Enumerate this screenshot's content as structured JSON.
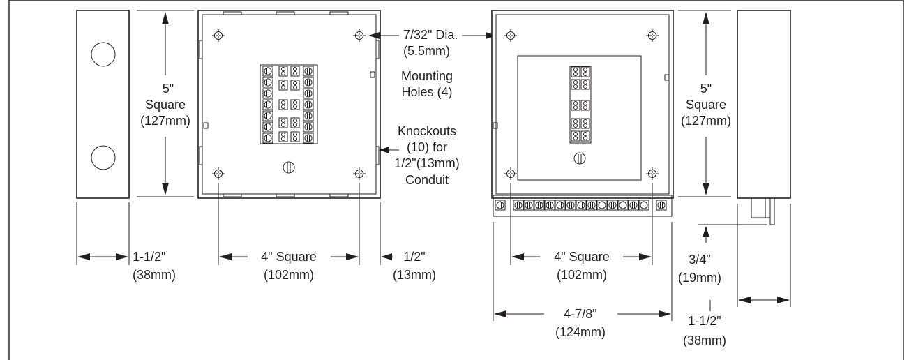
{
  "labels": {
    "height_left": "5\"",
    "height_left_2": "Square",
    "height_left_mm": "(127mm)",
    "mount_dia": "7/32\" Dia.",
    "mount_dia_mm": "(5.5mm)",
    "mount_holes_1": "Mounting",
    "mount_holes_2": "Holes (4)",
    "knockouts_1": "Knockouts",
    "knockouts_2": "(10) for",
    "knockouts_3": "1/2\"(13mm)",
    "knockouts_4": "Conduit",
    "height_right": "5\"",
    "height_right_2": "Square",
    "height_right_mm": "(127mm)",
    "depth_left": "1-1/2\"",
    "depth_left_mm": "(38mm)",
    "width_left": "4\" Square",
    "width_left_mm": "(102mm)",
    "half_inch": "1/2\"",
    "half_inch_mm": "(13mm)",
    "width_right": "4\" Square",
    "width_right_mm": "(102mm)",
    "three_quarter": "3/4\"",
    "three_quarter_mm": "(19mm)",
    "overall_width": "4-7/8\"",
    "overall_width_mm": "(124mm)",
    "depth_right": "1-1/2\"",
    "depth_right_mm": "(38mm)"
  }
}
